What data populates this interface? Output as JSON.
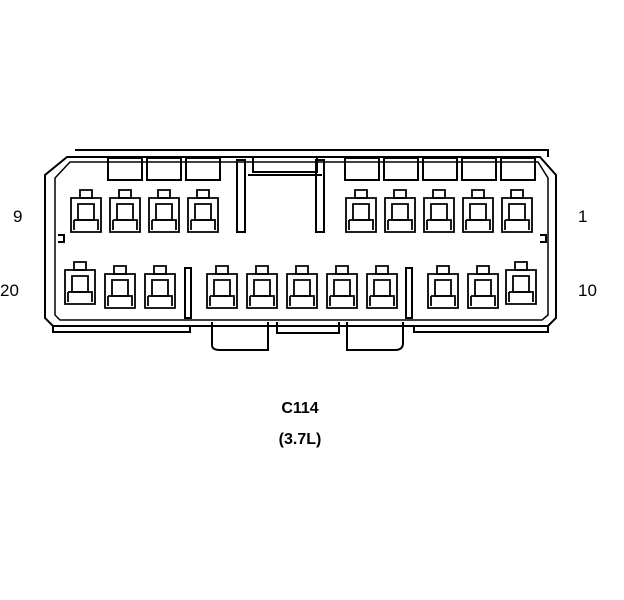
{
  "connector": {
    "name": "C114",
    "variant": "(3.7L)",
    "pin_labels": {
      "top_left": "9",
      "top_right": "1",
      "bottom_left": "20",
      "bottom_right": "10"
    },
    "top_row_pin_count": 9,
    "bottom_row_pin_count": 11
  },
  "colors": {
    "line": "#000000",
    "background": "#ffffff"
  }
}
